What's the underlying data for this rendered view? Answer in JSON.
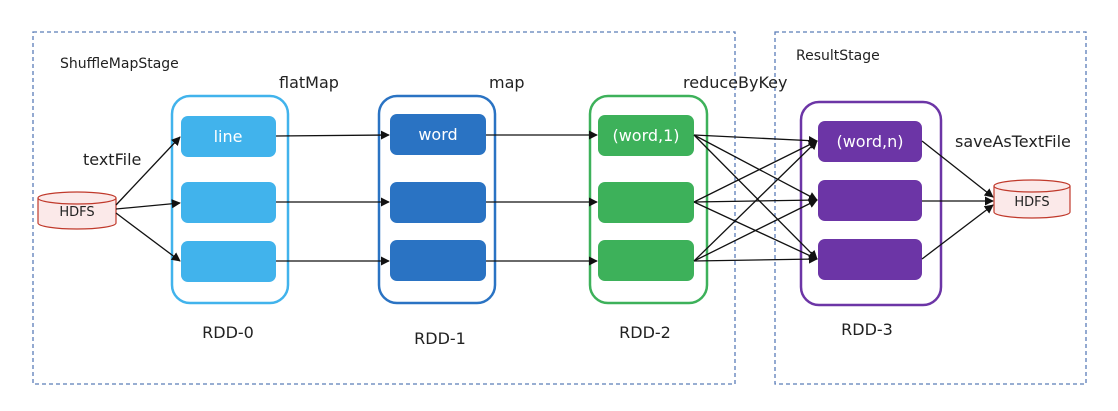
{
  "stages": [
    {
      "label": "ShuffleMapStage"
    },
    {
      "label": "ResultStage"
    }
  ],
  "sources": {
    "left_db": "HDFS",
    "right_db": "HDFS"
  },
  "operations": {
    "text_file": "textFile",
    "flat_map": "flatMap",
    "map": "map",
    "reduce_by_key": "reduceByKey",
    "save_as_text_file": "saveAsTextFile"
  },
  "rdds": [
    {
      "label": "RDD-0",
      "color": "#41B3EC",
      "border": "#41B3EC",
      "partitions": [
        "line",
        "",
        ""
      ]
    },
    {
      "label": "RDD-1",
      "color": "#2A73C3",
      "border": "#2A73C3",
      "partitions": [
        "word",
        "",
        ""
      ]
    },
    {
      "label": "RDD-2",
      "color": "#3DB15A",
      "border": "#3DB15A",
      "partitions": [
        "(word,1)",
        "",
        ""
      ]
    },
    {
      "label": "RDD-3",
      "color": "#6C35A6",
      "border": "#6C35A6",
      "partitions": [
        "(word,n)",
        "",
        ""
      ]
    }
  ],
  "colors": {
    "stage_border": "#5B7DB8",
    "arrow": "#111111",
    "db_border": "#C0392B",
    "db_fill": "#FBE9E9"
  }
}
